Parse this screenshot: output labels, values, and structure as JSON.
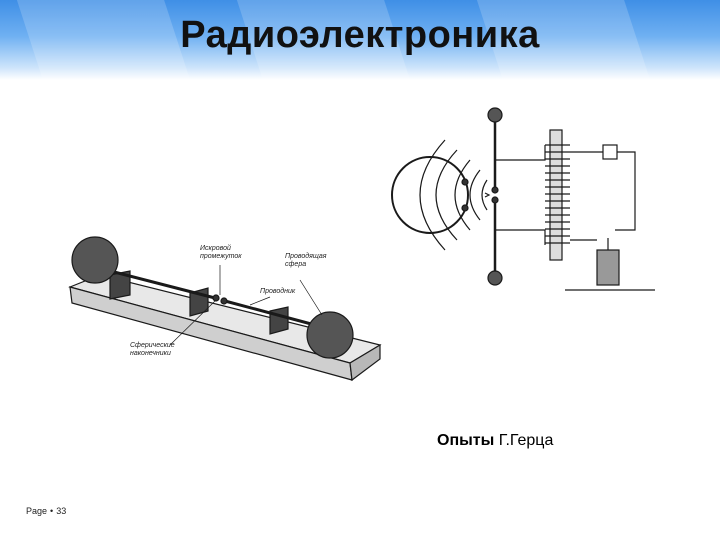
{
  "slide": {
    "title": "Радиоэлектроника",
    "caption_part1": "Опыты",
    "caption_part2": "Г.Герца",
    "footer_label": "Page",
    "footer_bullet": "•",
    "page_number": "33"
  },
  "figure1": {
    "label_spark_gap_1": "Искровой",
    "label_spark_gap_2": "промежуток",
    "label_sphere_1": "Проводящая",
    "label_sphere_2": "сфера",
    "label_conductor": "Проводник",
    "label_tips_1": "Сферические",
    "label_tips_2": "наконечники"
  },
  "colors": {
    "title_bar_top": "#3f8fe6",
    "title_text": "#111111",
    "drawing_ink": "#1a1a1a"
  }
}
